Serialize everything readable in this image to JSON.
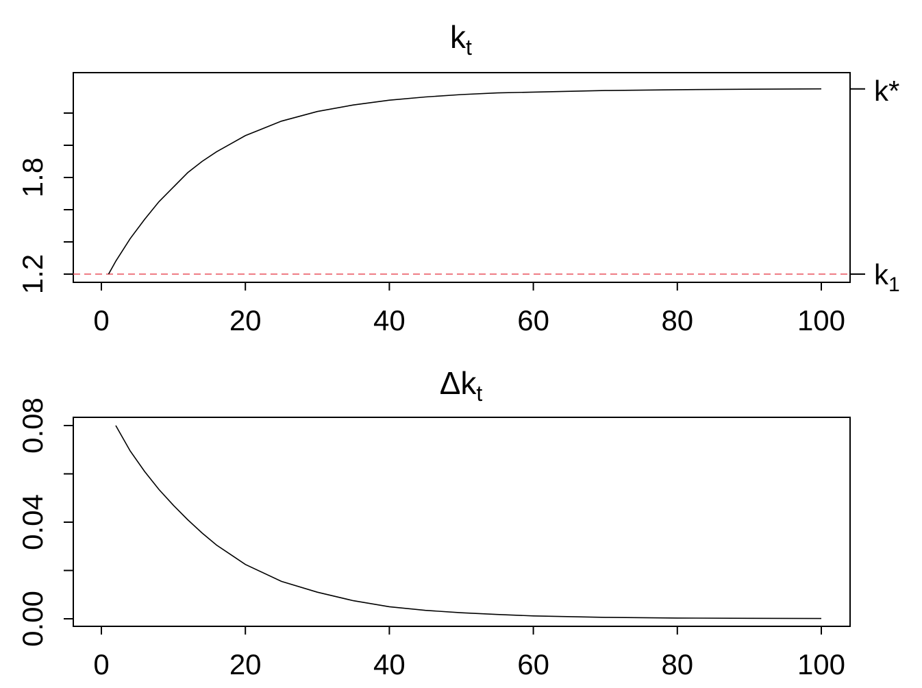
{
  "colors": {
    "ink": "#000000",
    "reference_line": "#e8505b"
  },
  "chart_data": [
    {
      "type": "line",
      "title": "k",
      "title_subscript": "t",
      "xlabel": "",
      "ylabel": "",
      "xlim": [
        0,
        100
      ],
      "ylim": [
        1.2,
        2.4
      ],
      "x_ticks": [
        "0",
        "20",
        "40",
        "60",
        "80",
        "100"
      ],
      "y_ticks_labeled": [
        "1.2",
        "1.8"
      ],
      "y_ticks_all": [
        1.2,
        1.4,
        1.6,
        1.8,
        2.0,
        2.2
      ],
      "grid": false,
      "legend": "none",
      "steady_state_label": "k*",
      "initial_label_base": "k",
      "initial_label_subscript": "1",
      "k_star": 2.35,
      "k_1": 1.2,
      "series": [
        {
          "x": [
            1,
            2,
            4,
            6,
            8,
            10,
            12,
            14,
            16,
            18,
            20,
            25,
            30,
            35,
            40,
            45,
            50,
            55,
            60,
            70,
            80,
            90,
            100
          ],
          "values": [
            1.2,
            1.28,
            1.42,
            1.54,
            1.65,
            1.74,
            1.83,
            1.9,
            1.96,
            2.01,
            2.06,
            2.15,
            2.21,
            2.25,
            2.28,
            2.3,
            2.315,
            2.325,
            2.33,
            2.34,
            2.345,
            2.348,
            2.35
          ]
        }
      ],
      "reference_lines": [
        {
          "y": 1.2,
          "style": "dashed",
          "color": "#e8505b"
        },
        {
          "y": 2.35,
          "style": "solid",
          "color": "#000000"
        }
      ]
    },
    {
      "type": "line",
      "title": "Δk",
      "title_subscript": "t",
      "xlabel": "",
      "ylabel": "",
      "xlim": [
        0,
        100
      ],
      "ylim": [
        0.0,
        0.08
      ],
      "x_ticks": [
        "0",
        "20",
        "40",
        "60",
        "80",
        "100"
      ],
      "y_ticks_labeled": [
        "0.00",
        "0.04",
        "0.08"
      ],
      "y_ticks_all": [
        0.0,
        0.02,
        0.04,
        0.06,
        0.08
      ],
      "grid": false,
      "legend": "none",
      "series": [
        {
          "x": [
            2,
            4,
            6,
            8,
            10,
            12,
            14,
            16,
            18,
            20,
            25,
            30,
            35,
            40,
            45,
            50,
            55,
            60,
            70,
            80,
            90,
            100
          ],
          "values": [
            0.08,
            0.0695,
            0.061,
            0.0535,
            0.047,
            0.041,
            0.0355,
            0.0305,
            0.0265,
            0.0225,
            0.0155,
            0.011,
            0.0075,
            0.005,
            0.0035,
            0.0025,
            0.0018,
            0.0012,
            0.0006,
            0.0003,
            0.0002,
            0.0001
          ]
        }
      ]
    }
  ]
}
